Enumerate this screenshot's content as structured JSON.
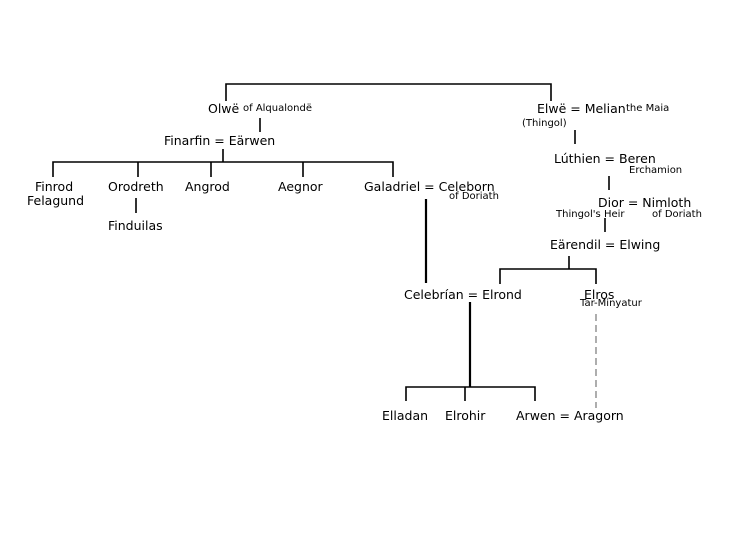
{
  "names": {
    "olwe": "Olwë",
    "olwe_of": "of Alqualondë",
    "elwe": "Elwë = Melian",
    "elwe_maia": "the Maia",
    "elwe_thingol": "(Thingol)",
    "finarfin": "Finarfin  =  Eärwen",
    "finrod": "Finrod",
    "felagund": "Felagund",
    "orodreth": "Orodreth",
    "finduilas": "Finduilas",
    "angrod": "Angrod",
    "aegnor": "Aegnor",
    "galadriel": "Galadriel = Celeborn",
    "galadriel_of": "of Doriath",
    "luthien": "Lúthien = Beren",
    "luthien_erchamion": "Erchamion",
    "dior": "Dior = Nimloth",
    "dior_heir": "Thingol's Heir",
    "dior_of": "of Doriath",
    "earendil": "Eärendil = Elwing",
    "celebrian": "Celebrían = Elrond",
    "elros": "Elros",
    "elros_title": "Tar-Minyatur",
    "elladan": "Elladan",
    "elrohir": "Elrohir",
    "arwen": "Arwen = Aragorn"
  }
}
